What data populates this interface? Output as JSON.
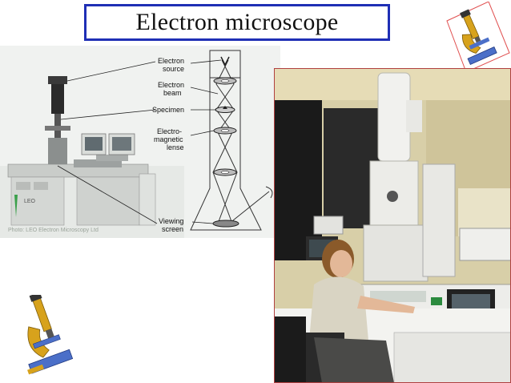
{
  "slide": {
    "title": "Electron microscope"
  },
  "diagram": {
    "labels": {
      "electron_source_1": "Electron",
      "electron_source_2": "source",
      "electron_beam_1": "Electron",
      "electron_beam_2": "beam",
      "specimen": "Specimen",
      "lens_1": "Electro-",
      "lens_2": "magnetic",
      "lens_3": "lense",
      "screen_1": "Viewing",
      "screen_2": "screen"
    },
    "credit": "Photo: LEO Electron Microscopy Ltd",
    "mark": "LEO"
  },
  "icons": {
    "corner": "microscope-icon"
  }
}
